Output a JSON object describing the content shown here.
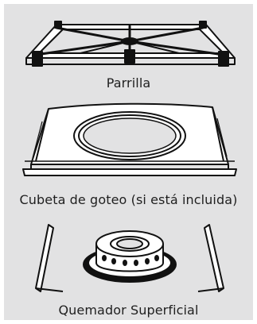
{
  "captions": {
    "grate": "Parrilla",
    "drip_pan": "Cubeta de goteo (si está incluida)",
    "burner": "Quemador Superficial"
  }
}
